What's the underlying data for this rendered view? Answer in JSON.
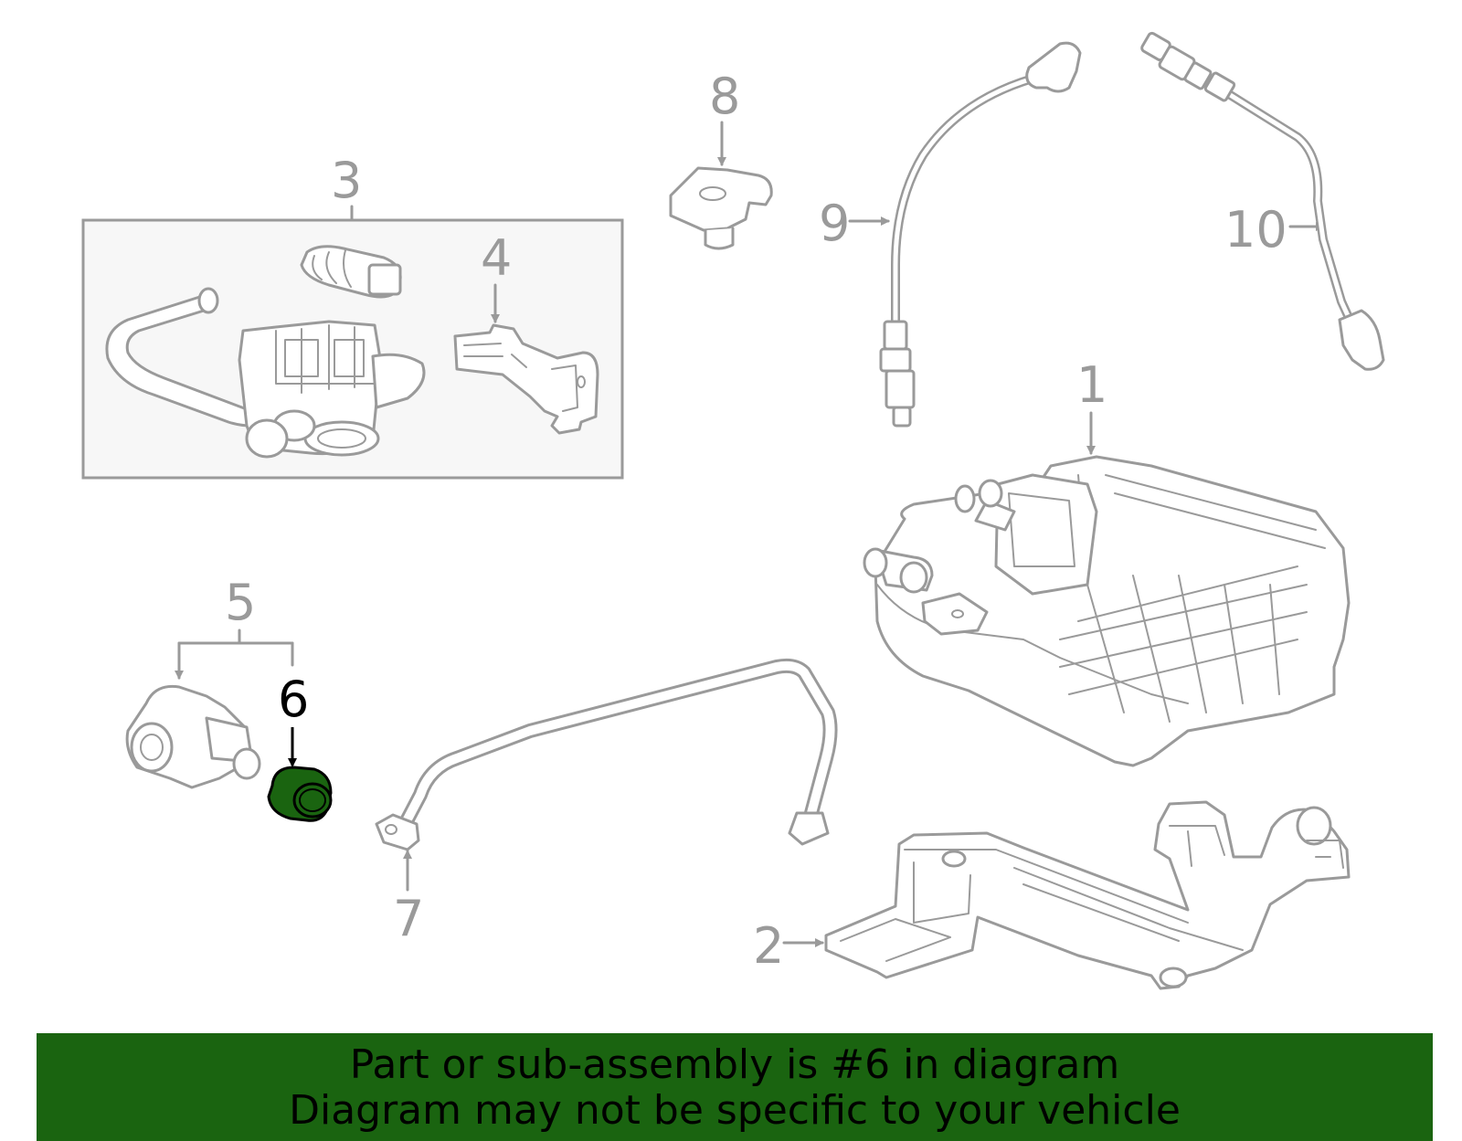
{
  "labels": {
    "l1": "1",
    "l2": "2",
    "l3": "3",
    "l4": "4",
    "l5": "5",
    "l6": "6",
    "l7": "7",
    "l8": "8",
    "l9": "9",
    "l10": "10"
  },
  "highlighted_part": "6",
  "banner": {
    "line1": "Part or sub-assembly is #6 in diagram",
    "line2": "Diagram may not be specific to your vehicle"
  },
  "colors": {
    "line": "#9a9a9a",
    "highlight": "#1a6410",
    "banner_bg": "#1a6410",
    "text_highlight": "#000000"
  }
}
